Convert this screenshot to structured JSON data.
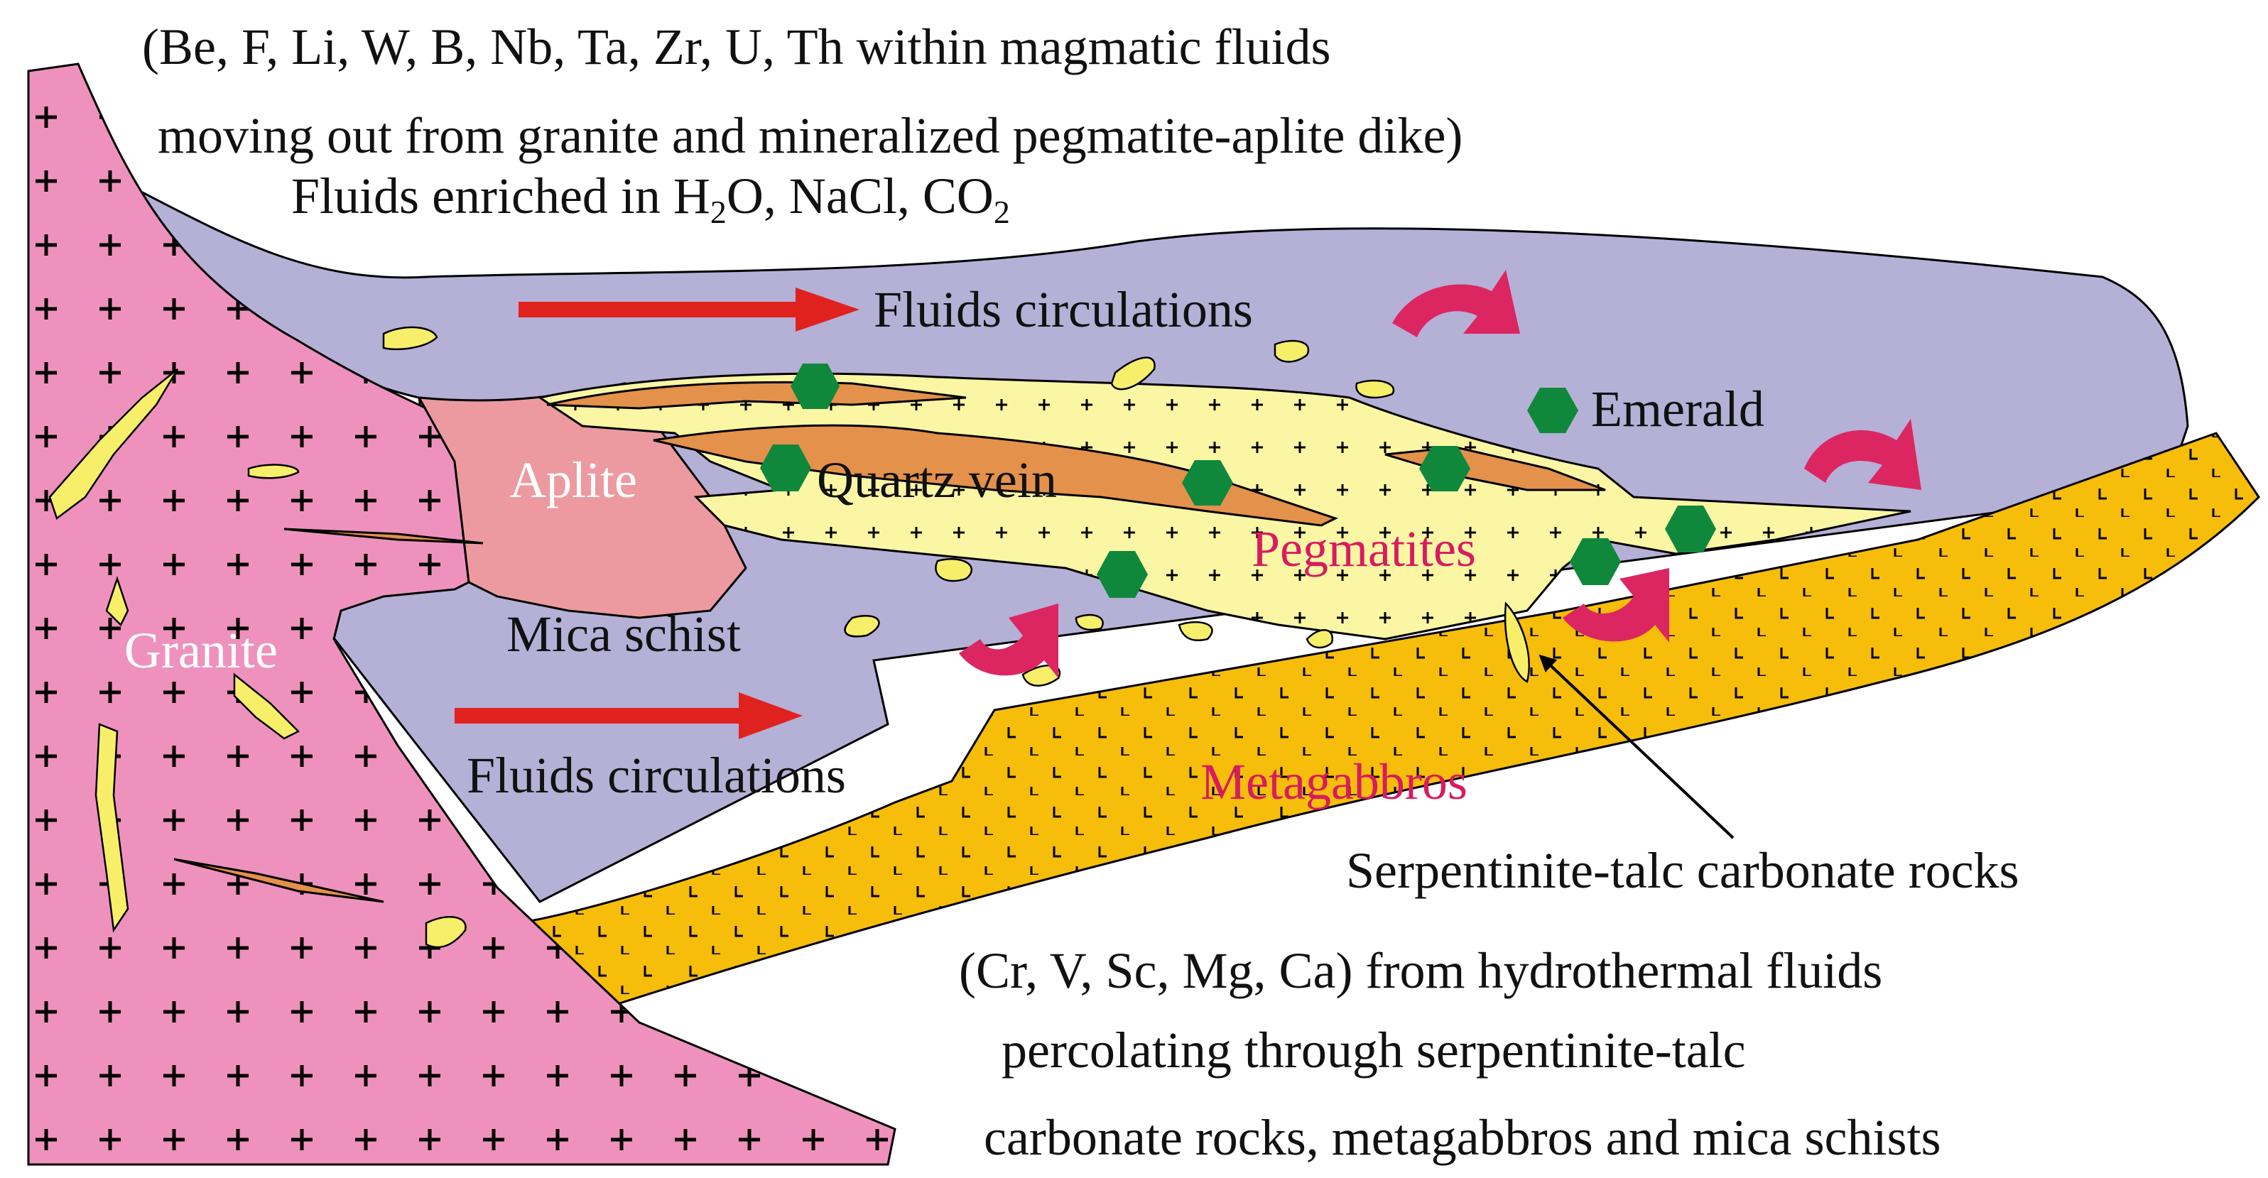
{
  "top_text": {
    "line1": "(Be, F, Li, W, B, Nb, Ta, Zr, U, Th within magmatic fluids",
    "line2": "moving out from granite and mineralized pegmatite-aplite dike)",
    "line3_prefix": "Fluids enriched in H",
    "h2o_sub": "2",
    "line3_mid": "O, NaCl, CO",
    "co2_sub": "2"
  },
  "labels": {
    "fluids_circulations_top": "Fluids circulations",
    "fluids_circulations_bottom": "Fluids circulations",
    "emerald": "Emerald",
    "aplite": "Aplite",
    "quartz_vein": "Quartz vein",
    "pegmatites": "Pegmatites",
    "mica_schist": "Mica schist",
    "granite": "Granite",
    "metagabbros": "Metagabbros",
    "serpentinite": "Serpentinite-talc carbonate rocks"
  },
  "bottom_text": {
    "line1": "(Cr, V, Sc, Mg, Ca) from hydrothermal fluids",
    "line2": "percolating through serpentinite-talc",
    "line3": "carbonate rocks, metagabbros and mica schists"
  },
  "colors": {
    "granite": "#ee92bd",
    "mica_schist": "#b5b0d6",
    "metagabbros": "#f6bd0a",
    "aplite": "#ec9aa0",
    "pegmatite": "#fbf6a4",
    "quartz_vein": "#e4914b",
    "emerald": "#10883c",
    "red_arrow": "#e0221f",
    "curved_arrow": "#dc2662",
    "yellow_blob": "#f7ef6a"
  }
}
